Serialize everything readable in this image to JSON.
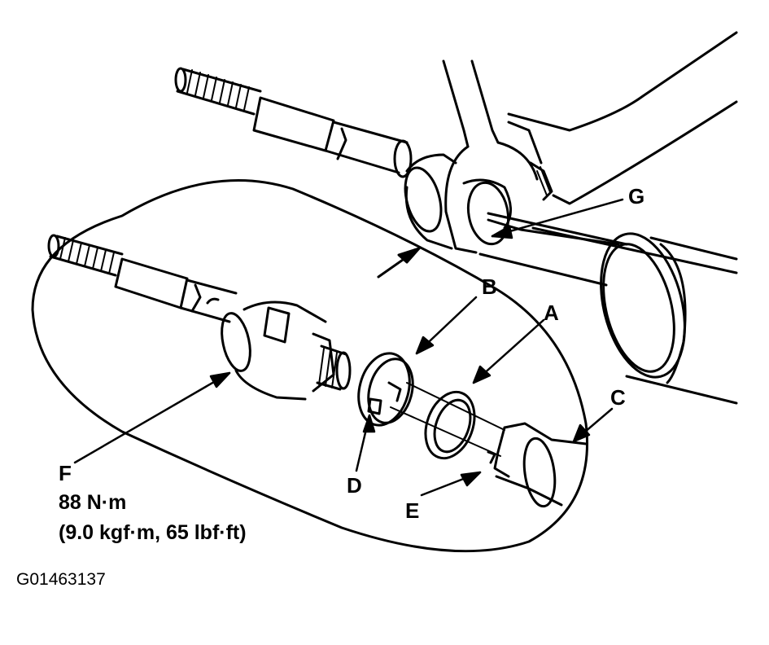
{
  "callouts": {
    "a": "A",
    "b": "B",
    "c": "C",
    "d": "D",
    "e": "E",
    "f": "F",
    "g": "G"
  },
  "torque": {
    "line1": "88 N·m",
    "line2": "(9.0 kgf·m, 65 lbf·ft)"
  },
  "figure_id": "G01463137"
}
